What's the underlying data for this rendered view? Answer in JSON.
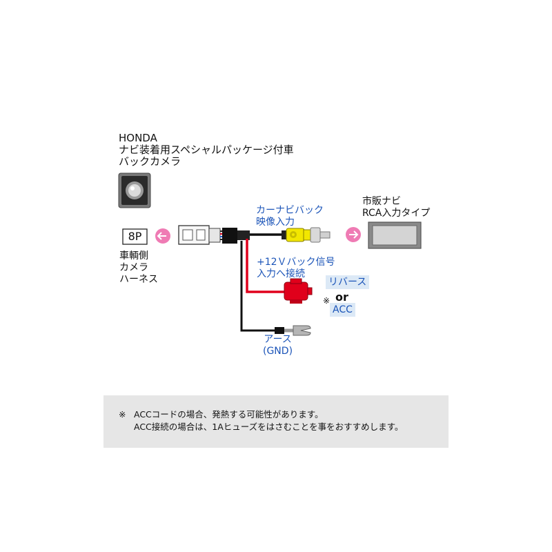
{
  "camera": {
    "title_lines": [
      "HONDA",
      "ナビ装着用スペシャルパッケージ付車",
      "バックカメラ"
    ],
    "connector_label": "8P",
    "harness_lines": [
      "車輌側",
      "カメラ",
      "ハーネス"
    ]
  },
  "navi": {
    "label_lines": [
      "市販ナビ",
      "RCA入力タイプ"
    ]
  },
  "cables": {
    "video_label_lines": [
      "カーナビバック",
      "映像入力"
    ],
    "reverse_label_lines": [
      "+12Ｖバック信号",
      "入力へ接続"
    ],
    "ground_label_lines": [
      "アース",
      "(GND)"
    ]
  },
  "options": {
    "reverse": "リバース",
    "or": "or",
    "acc": "ACC",
    "mark": "※"
  },
  "note": {
    "mark": "※",
    "line1": "ACCコードの場合、発熱する可能性があります。",
    "line2": "ACC接続の場合は、1Aヒューズをはさむことを事をおすすめします。"
  },
  "colors": {
    "video_cable": "#111111",
    "power_cable": "#e0001b",
    "ground_cable": "#111111",
    "rca_plug": "#f2e600",
    "arrow": "#ef7bb4",
    "label_blue": "#1b54b8"
  }
}
